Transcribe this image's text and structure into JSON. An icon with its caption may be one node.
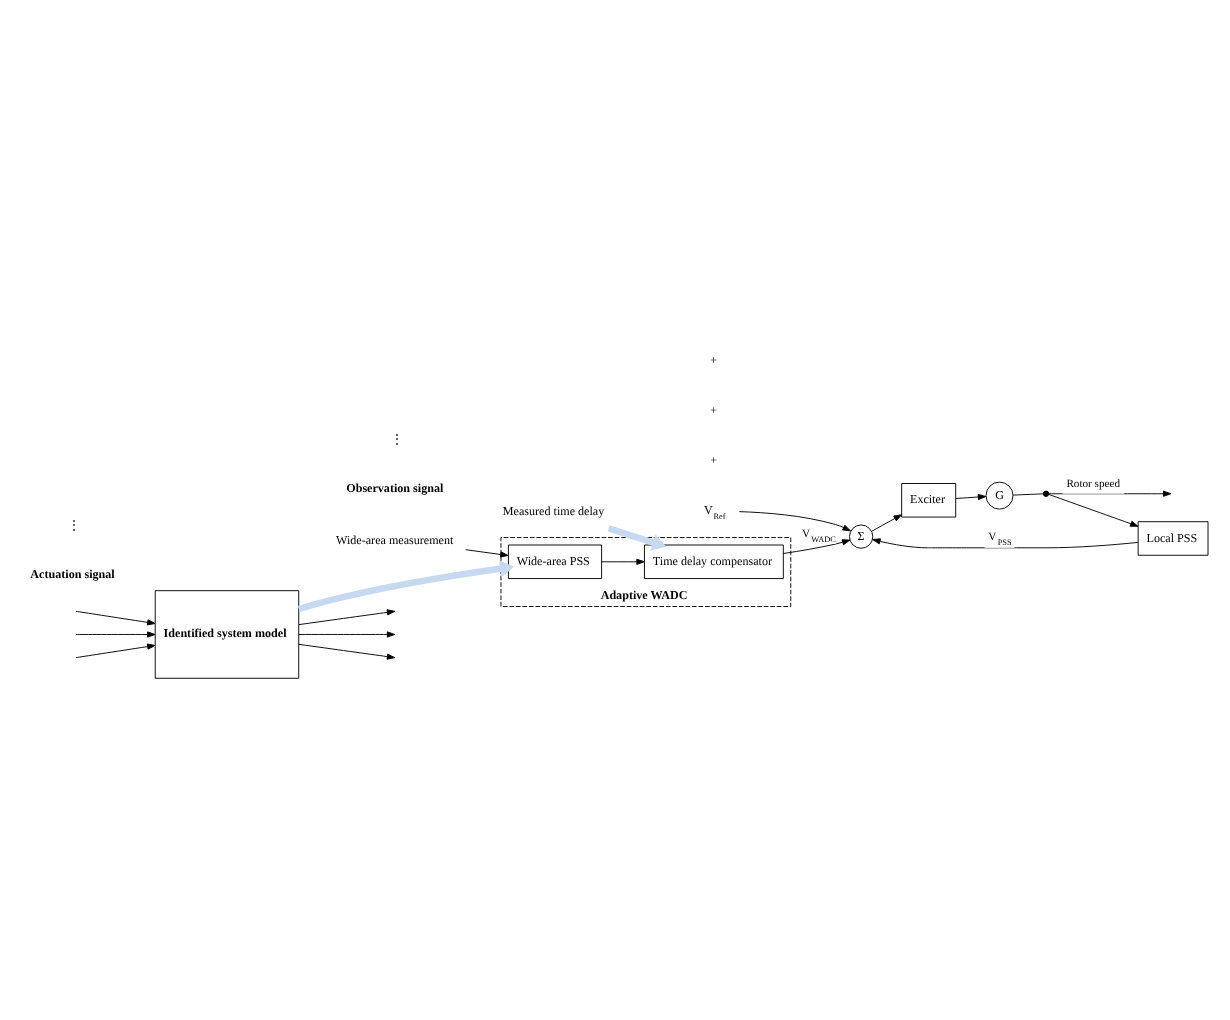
{
  "diagram": {
    "nodes": [
      {
        "text": [
          "Identified system model"
        ]
      },
      {
        "text": [
          "Adaptive WADC"
        ]
      },
      {
        "text": [
          "Time delay compensator"
        ],
        "in": 1
      },
      {
        "text": [
          "Wide-area PSS"
        ],
        "in": 1
      },
      {
        "text": [
          "Measured time delay"
        ]
      },
      {
        "text": [
          "Wide-area measurement"
        ]
      },
      {
        "text": [
          "Σ"
        ]
      },
      {
        "text": [
          "V$_{Ref}$"
        ]
      },
      {
        "text": [
          "Exciter"
        ]
      },
      {
        "text": [
          "G"
        ]
      },
      {
        "text": [],
        "shape": "dot"
      },
      {
        "text": [
          "Local PSS"
        ]
      }
    ],
    "edges": [
      {
        "from": 0,
        "to": null,
        "arrow": "to"
      },
      {
        "from": 0,
        "to": null,
        "arrow": "to"
      },
      {
        "from": 0,
        "to": null,
        "arrow": "to"
      },
      {
        "from": null,
        "to": 0,
        "arrow": "to"
      },
      {
        "from": null,
        "to": 0,
        "arrow": "to"
      },
      {
        "from": null,
        "to": 0,
        "arrow": "to"
      },
      {
        "from": 0,
        "to": 3,
        "arrow": "to",
        "style": "thick",
        "color": "#c6d9f1"
      },
      {
        "from": 4,
        "to": 2,
        "arrow": "to",
        "style": "thick",
        "color": "#c6d9f1"
      },
      {
        "from": 5,
        "to": 3,
        "arrow": "to"
      },
      {
        "from": 3,
        "to": 2,
        "arrow": "to"
      },
      {
        "from": 2,
        "to": 6,
        "arrow": "to",
        "label": "V$_{WADC}$"
      },
      {
        "from": 7,
        "to": 6,
        "arrow": "to"
      },
      {
        "from": 6,
        "to": 8,
        "arrow": "to"
      },
      {
        "from": 8,
        "to": 9,
        "arrow": "to"
      },
      {
        "from": 9,
        "to": 10,
        "arrow": "none"
      },
      {
        "from": 10,
        "to": null,
        "arrow": "to",
        "label": "Rotor speed"
      },
      {
        "from": 10,
        "to": 11,
        "arrow": "to"
      },
      {
        "from": 11,
        "to": 6,
        "arrow": "to",
        "label": "V$_{PSS}$"
      }
    ],
    "labels": [
      "Actuation signal",
      "Observation signal",
      "⋮",
      "⋮",
      "+",
      "+",
      "+"
    ]
  }
}
